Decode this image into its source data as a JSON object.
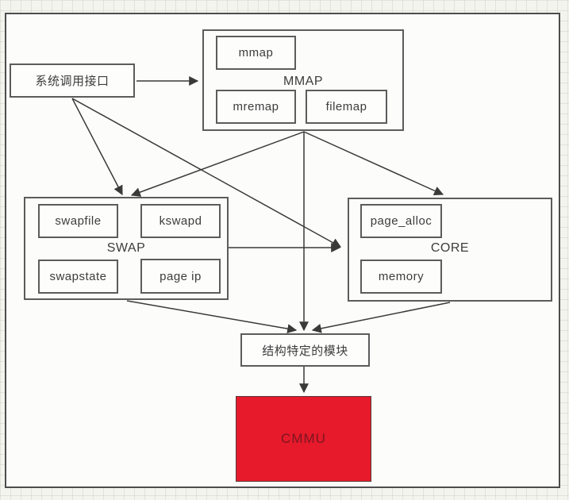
{
  "diagram": {
    "type": "flowchart",
    "nodes": {
      "syscall": {
        "label": "系统调用接口"
      },
      "mmap_group": {
        "label": "MMAP",
        "items": {
          "mmap": "mmap",
          "mremap": "mremap",
          "filemap": "filemap"
        }
      },
      "swap_group": {
        "label": "SWAP",
        "items": {
          "swapfile": "swapfile",
          "kswapd": "kswapd",
          "swapstate": "swapstate",
          "page_ip": "page ip"
        }
      },
      "core_group": {
        "label": "CORE",
        "items": {
          "page_alloc": "page_alloc",
          "memory": "memory"
        }
      },
      "arch_module": {
        "label": "结构特定的模块"
      },
      "cmmu": {
        "label": "CMMU"
      }
    },
    "edges": [
      {
        "from": "syscall",
        "to": "mmap_group"
      },
      {
        "from": "syscall",
        "to": "swap_group"
      },
      {
        "from": "syscall",
        "to": "core_group"
      },
      {
        "from": "mmap_group",
        "to": "swap_group"
      },
      {
        "from": "mmap_group",
        "to": "core_group"
      },
      {
        "from": "mmap_group",
        "to": "arch_module"
      },
      {
        "from": "swap_group",
        "to": "core_group"
      },
      {
        "from": "swap_group",
        "to": "arch_module"
      },
      {
        "from": "core_group",
        "to": "arch_module"
      },
      {
        "from": "arch_module",
        "to": "cmmu"
      }
    ],
    "colors": {
      "cmmu_fill": "#e61a2b",
      "cmmu_text": "#7d1520",
      "line": "#3a3a3a",
      "box_border": "#5c5c5c",
      "canvas_bg": "#fcfcfa",
      "page_bg": "#f4f4ef"
    }
  }
}
